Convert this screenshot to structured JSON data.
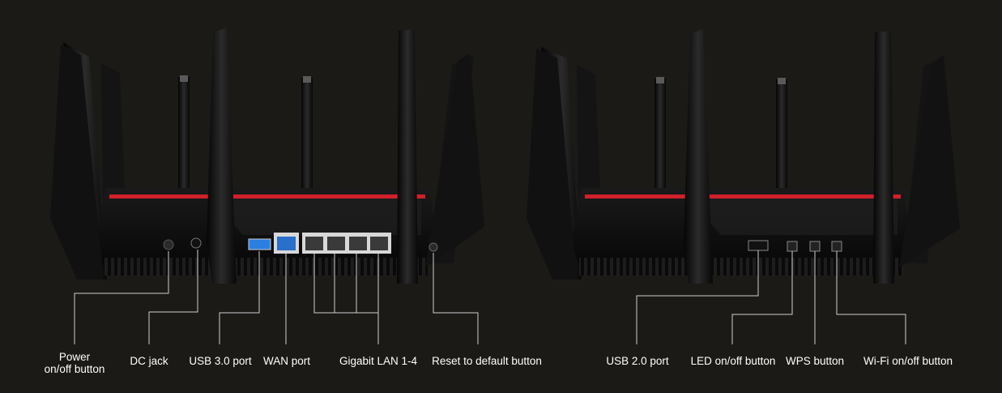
{
  "colors": {
    "background": "#1c1a17",
    "router_body": "#0d0d0d",
    "accent_stripe": "#d0202a",
    "callout_line": "#cfcfcf",
    "label_text": "#ffffff",
    "usb3_port": "#2a7fe0",
    "wan_port": "#2a6fc9"
  },
  "left_router": {
    "labels": {
      "power": "Power\non/off button",
      "dc_jack": "DC jack",
      "usb3": "USB 3.0 port",
      "wan": "WAN port",
      "lan": "Gigabit LAN 1-4",
      "reset": "Reset to default button"
    }
  },
  "right_router": {
    "labels": {
      "usb2": "USB 2.0 port",
      "led": "LED on/off button",
      "wps": "WPS button",
      "wifi": "Wi-Fi on/off button"
    }
  }
}
